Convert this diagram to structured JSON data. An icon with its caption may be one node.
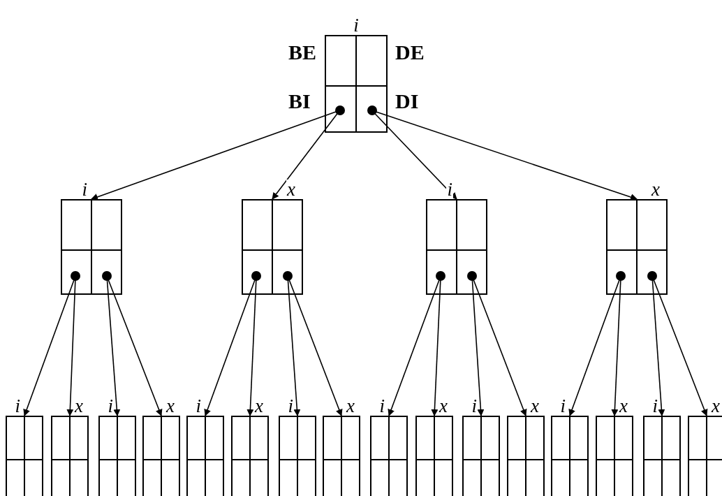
{
  "diagram": {
    "nodes": [
      {
        "text": [
          "i"
        ],
        "beside": [
          "BE",
          "DE",
          "BI",
          "DI"
        ]
      },
      {
        "text": [
          "i"
        ]
      },
      {
        "text": [
          "x"
        ]
      },
      {
        "text": [
          "i"
        ]
      },
      {
        "text": [
          "x"
        ]
      },
      {
        "text": [
          "i"
        ]
      },
      {
        "text": [
          "x"
        ]
      },
      {
        "text": [
          "i"
        ]
      },
      {
        "text": [
          "x"
        ]
      },
      {
        "text": [
          "i"
        ]
      },
      {
        "text": [
          "x"
        ]
      },
      {
        "text": [
          "i"
        ]
      },
      {
        "text": [
          "x"
        ]
      },
      {
        "text": [
          "i"
        ]
      },
      {
        "text": [
          "x"
        ]
      },
      {
        "text": [
          "i"
        ]
      },
      {
        "text": [
          "x"
        ]
      },
      {
        "text": [
          "i"
        ]
      },
      {
        "text": [
          "x"
        ]
      },
      {
        "text": [
          "i"
        ]
      },
      {
        "text": [
          "x"
        ]
      }
    ],
    "edges": [
      {
        "from": 0,
        "to": 1,
        "arrow": "to"
      },
      {
        "from": 0,
        "to": 2,
        "arrow": "to"
      },
      {
        "from": 0,
        "to": 3,
        "arrow": "to"
      },
      {
        "from": 0,
        "to": 4,
        "arrow": "to"
      },
      {
        "from": 1,
        "to": 5,
        "arrow": "to"
      },
      {
        "from": 1,
        "to": 6,
        "arrow": "to"
      },
      {
        "from": 1,
        "to": 7,
        "arrow": "to"
      },
      {
        "from": 1,
        "to": 8,
        "arrow": "to"
      },
      {
        "from": 2,
        "to": 9,
        "arrow": "to"
      },
      {
        "from": 2,
        "to": 10,
        "arrow": "to"
      },
      {
        "from": 2,
        "to": 11,
        "arrow": "to"
      },
      {
        "from": 2,
        "to": 12,
        "arrow": "to"
      },
      {
        "from": 3,
        "to": 13,
        "arrow": "to"
      },
      {
        "from": 3,
        "to": 14,
        "arrow": "to"
      },
      {
        "from": 3,
        "to": 15,
        "arrow": "to"
      },
      {
        "from": 3,
        "to": 16,
        "arrow": "to"
      },
      {
        "from": 4,
        "to": 17,
        "arrow": "to"
      },
      {
        "from": 4,
        "to": 18,
        "arrow": "to"
      },
      {
        "from": 4,
        "to": 19,
        "arrow": "to"
      },
      {
        "from": 4,
        "to": 20,
        "arrow": "to"
      }
    ]
  }
}
